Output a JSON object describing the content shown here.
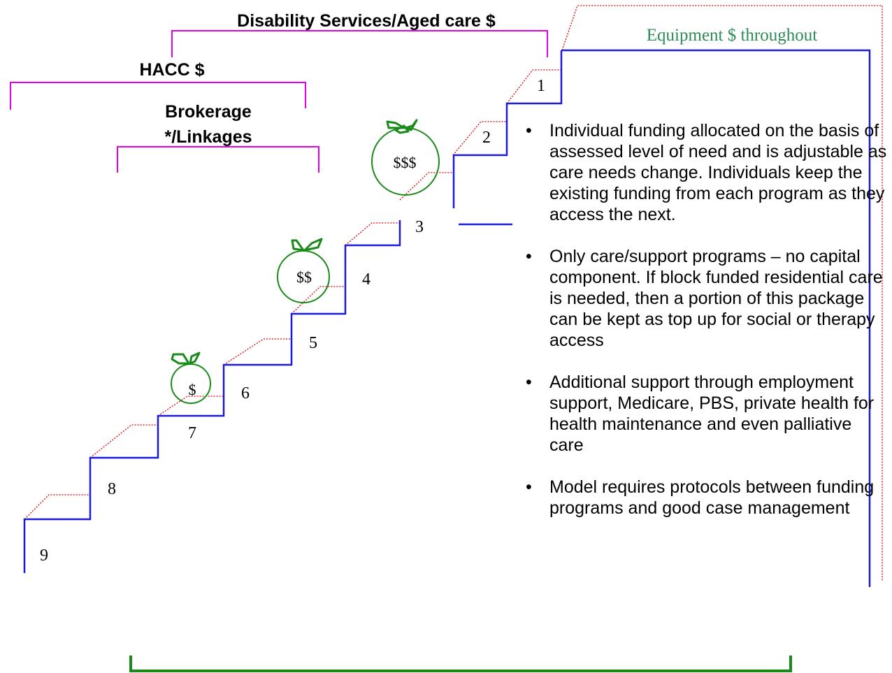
{
  "brackets": {
    "disability": "Disability Services/Aged care $",
    "hacc": "HACC $",
    "brokerage_line1": "Brokerage",
    "brokerage_line2": "*/Linkages",
    "equipment": "Equipment $ throughout"
  },
  "steps": [
    "1",
    "2",
    "3",
    "4",
    "5",
    "6",
    "7",
    "8",
    "9"
  ],
  "funding": {
    "small": "$",
    "medium": "$$",
    "large": "$$$"
  },
  "bullet_glyph": "•",
  "bullets": [
    "Individual funding allocated on the basis of assessed level of need and is adjustable as care needs change. Individuals keep the existing funding from each program as they access the next.",
    "Only care/support programs – no capital component. If block funded residential care is needed, then a portion of this package can be kept as top up for social or therapy access",
    "Additional support through employment support, Medicare, PBS, private health for health maintenance and even palliative care",
    "Model requires protocols between funding programs and good case management"
  ],
  "colors": {
    "stairs": "#1a1ad8",
    "dotted": "#e00000",
    "brackets_top": "#e600e6",
    "bracket_bottom": "#1a8a1a",
    "apples": "#1a8a1a",
    "equipment_text": "#2e8b57"
  }
}
